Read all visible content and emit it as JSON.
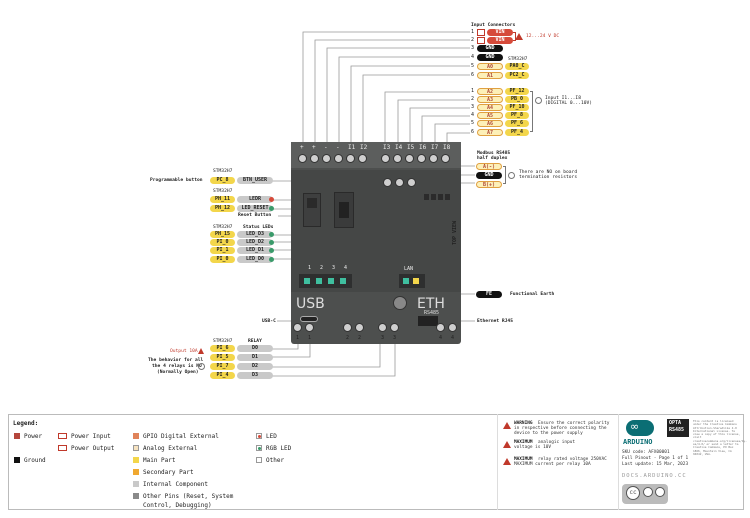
{
  "top": {
    "title": "Input Connectors",
    "voltage_note": "12...24 V DC",
    "rows": [
      {
        "num": "1",
        "label": "VIN",
        "style": "red"
      },
      {
        "num": "2",
        "label": "VIN",
        "style": "red"
      },
      {
        "num": "3",
        "label": "GND",
        "style": "black"
      },
      {
        "num": "4",
        "label": "GND",
        "style": "black"
      },
      {
        "num": "5",
        "label": "A0",
        "style": "pale",
        "pin": "PA0_C"
      },
      {
        "num": "6",
        "label": "A1",
        "style": "pale",
        "pin": "PC2_C"
      }
    ],
    "stm_label": "STM32H7"
  },
  "inputs": {
    "rows": [
      {
        "num": "1",
        "label": "A2",
        "pin": "PF_12"
      },
      {
        "num": "2",
        "label": "A3",
        "pin": "PB_0"
      },
      {
        "num": "3",
        "label": "A4",
        "pin": "PF_10"
      },
      {
        "num": "4",
        "label": "A5",
        "pin": "PF_8"
      },
      {
        "num": "5",
        "label": "A6",
        "pin": "PF_6"
      },
      {
        "num": "6",
        "label": "A7",
        "pin": "PF_4"
      }
    ],
    "note_line1": "Input I1...I8",
    "note_line2": "(DIGITAL 0...10V)"
  },
  "device": {
    "top_labels": [
      "+",
      "+",
      "-",
      "-",
      "I1",
      "I2",
      "I3",
      "I4",
      "I5",
      "I6",
      "I7",
      "I8"
    ],
    "usb_label": "USB",
    "eth_label": "ETH",
    "rs485_label": "RS485",
    "lan_label": "LAN",
    "top_view_label": "TOP VIEW",
    "led_numbers": [
      "1",
      "2",
      "3",
      "4"
    ],
    "bottom_left_labels": [
      "1",
      "1",
      "2",
      "2"
    ],
    "bottom_right_labels": [
      "3",
      "3",
      "4",
      "4"
    ]
  },
  "modbus": {
    "title_line1": "Modbus RS485",
    "title_line2": "half duplex",
    "pins": [
      {
        "label": "A(-)",
        "style": "pale"
      },
      {
        "label": "GND",
        "style": "black"
      },
      {
        "label": "B(+)",
        "style": "pale"
      }
    ],
    "note_line1": "There are NO on board",
    "note_line2": "termination resistors"
  },
  "left": {
    "prog_button": {
      "label": "Programmable button",
      "stm": "STM32H7",
      "pin": "PC_8",
      "name": "BTN_USER"
    },
    "leds": {
      "stm": "STM32H7",
      "rows": [
        {
          "pin": "PH_11",
          "name": "LEDR"
        },
        {
          "pin": "PH_12",
          "name": "LED_RESET"
        }
      ],
      "reset_label": "Reset Button"
    },
    "status": {
      "stm": "STM32H7",
      "title": "Status LEDs",
      "rows": [
        {
          "pin": "PH_15",
          "name": "LED_D3"
        },
        {
          "pin": "PI_0",
          "name": "LED_D2"
        },
        {
          "pin": "PI_1",
          "name": "LED_D1"
        },
        {
          "pin": "PI_0",
          "name": "LED_D0"
        }
      ]
    },
    "usb_c": "USB-C"
  },
  "right": {
    "fe_label": "FE",
    "functional_earth": "Functional Earth",
    "ethernet": "Ethernet RJ45"
  },
  "relay": {
    "stm": "STM32H7",
    "relay_title": "RELAY",
    "output_note": "Output 10A",
    "behavior_line1": "The behavior for all",
    "behavior_line2": "the 4 relays is NO",
    "behavior_line3": "(Normally Open)",
    "rows": [
      {
        "pin": "PI_6",
        "name": "D0"
      },
      {
        "pin": "PI_5",
        "name": "D1"
      },
      {
        "pin": "PI_7",
        "name": "D2"
      },
      {
        "pin": "PI_4",
        "name": "D3"
      }
    ]
  },
  "legend": {
    "title": "Legend:",
    "col1": [
      {
        "label": "Power",
        "color": "#b5463c",
        "kind": "fill"
      },
      {
        "label": "Ground",
        "color": "#111111",
        "kind": "fill"
      }
    ],
    "col2": [
      {
        "label": "Power Input",
        "color": "#c0392b",
        "kind": "wave"
      },
      {
        "label": "Power Output",
        "color": "#c0392b",
        "kind": "wave"
      }
    ],
    "col3": [
      {
        "label": "GPIO Digital External",
        "color": "#e0835a",
        "kind": "fill"
      },
      {
        "label": "Analog External",
        "color": "#f7e3c0",
        "kind": "outline"
      },
      {
        "label": "Main Part",
        "color": "#f3d64b",
        "kind": "fill"
      },
      {
        "label": "Secondary Part",
        "color": "#f0a830",
        "kind": "fill"
      },
      {
        "label": "Internal Component",
        "color": "#c9c9c9",
        "kind": "fill"
      },
      {
        "label": "Other Pins (Reset, System",
        "color": "#8a8a8a",
        "kind": "fill"
      },
      {
        "label": "Control, Debugging)",
        "color": "",
        "kind": "none"
      }
    ],
    "col4": [
      {
        "label": "LED",
        "color": "#d64a3a",
        "kind": "led"
      },
      {
        "label": "RGB LED",
        "color": "#3a9a6a",
        "kind": "led"
      },
      {
        "label": "Other",
        "color": "#ffffff",
        "kind": "outline"
      }
    ]
  },
  "warnings": [
    {
      "lead": "WARNING",
      "text1": "Ensure the correct polarity",
      "text2": "in respective before connecting the",
      "text3": "device to the power supply"
    },
    {
      "lead": "MAXIMUM",
      "text1": "analogic input",
      "text2": "voltage is 10V",
      "text3": ""
    },
    {
      "lead": "MAXIMUM",
      "text1": "relay rated voltage 250VAC",
      "text2": "MAXIMUM current per relay 10A",
      "text3": ""
    }
  ],
  "titleblock": {
    "brand": "ARDUINO",
    "product_line1": "OPTA",
    "product_line2": "RS485",
    "sku": "SKU code: AFX00001",
    "pinout": "Full Pinout - Page 1 of 1",
    "updated": "Last update: 15 Mar, 2023",
    "docs": "DOCS.ARDUINO.CC",
    "license_text": "This content is licensed under the Creative Commons Attribution-ShareAlike 4.0 International License. To view a copy of this license, visit creativecommons.org/licenses/by-sa/4.0/ or send a letter to Creative Commons, PO Box 1866, Mountain View, CA 94042, USA."
  }
}
